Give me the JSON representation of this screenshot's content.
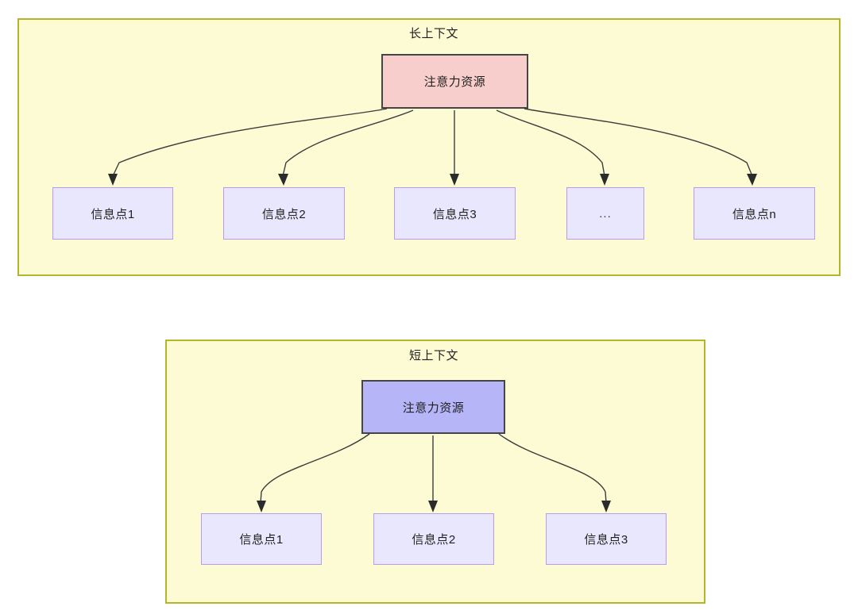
{
  "diagram": {
    "type": "flowchart",
    "background_color": "#ffffff",
    "groups": [
      {
        "id": "long-context",
        "title": "长上下文",
        "fill_color": "#fdfbd4",
        "border_color": "#b5b52c",
        "root": {
          "label": "注意力资源",
          "fill_color": "#f8cecc",
          "border_color": "#454545"
        },
        "leaves": [
          {
            "label": "信息点1"
          },
          {
            "label": "信息点2"
          },
          {
            "label": "信息点3"
          },
          {
            "label": "..."
          },
          {
            "label": "信息点n"
          }
        ],
        "leaf_fill_color": "#e9e7fd",
        "leaf_border_color": "#b99cf0",
        "edge_count": 5
      },
      {
        "id": "short-context",
        "title": "短上下文",
        "fill_color": "#fdfbd4",
        "border_color": "#b5b52c",
        "root": {
          "label": "注意力资源",
          "fill_color": "#b5b5f7",
          "border_color": "#454545"
        },
        "leaves": [
          {
            "label": "信息点1"
          },
          {
            "label": "信息点2"
          },
          {
            "label": "信息点3"
          }
        ],
        "leaf_fill_color": "#e9e7fd",
        "leaf_border_color": "#b99cf0",
        "edge_count": 3
      }
    ],
    "edge_color": "#3c3c3c",
    "arrow_color": "#2b2b2b"
  }
}
